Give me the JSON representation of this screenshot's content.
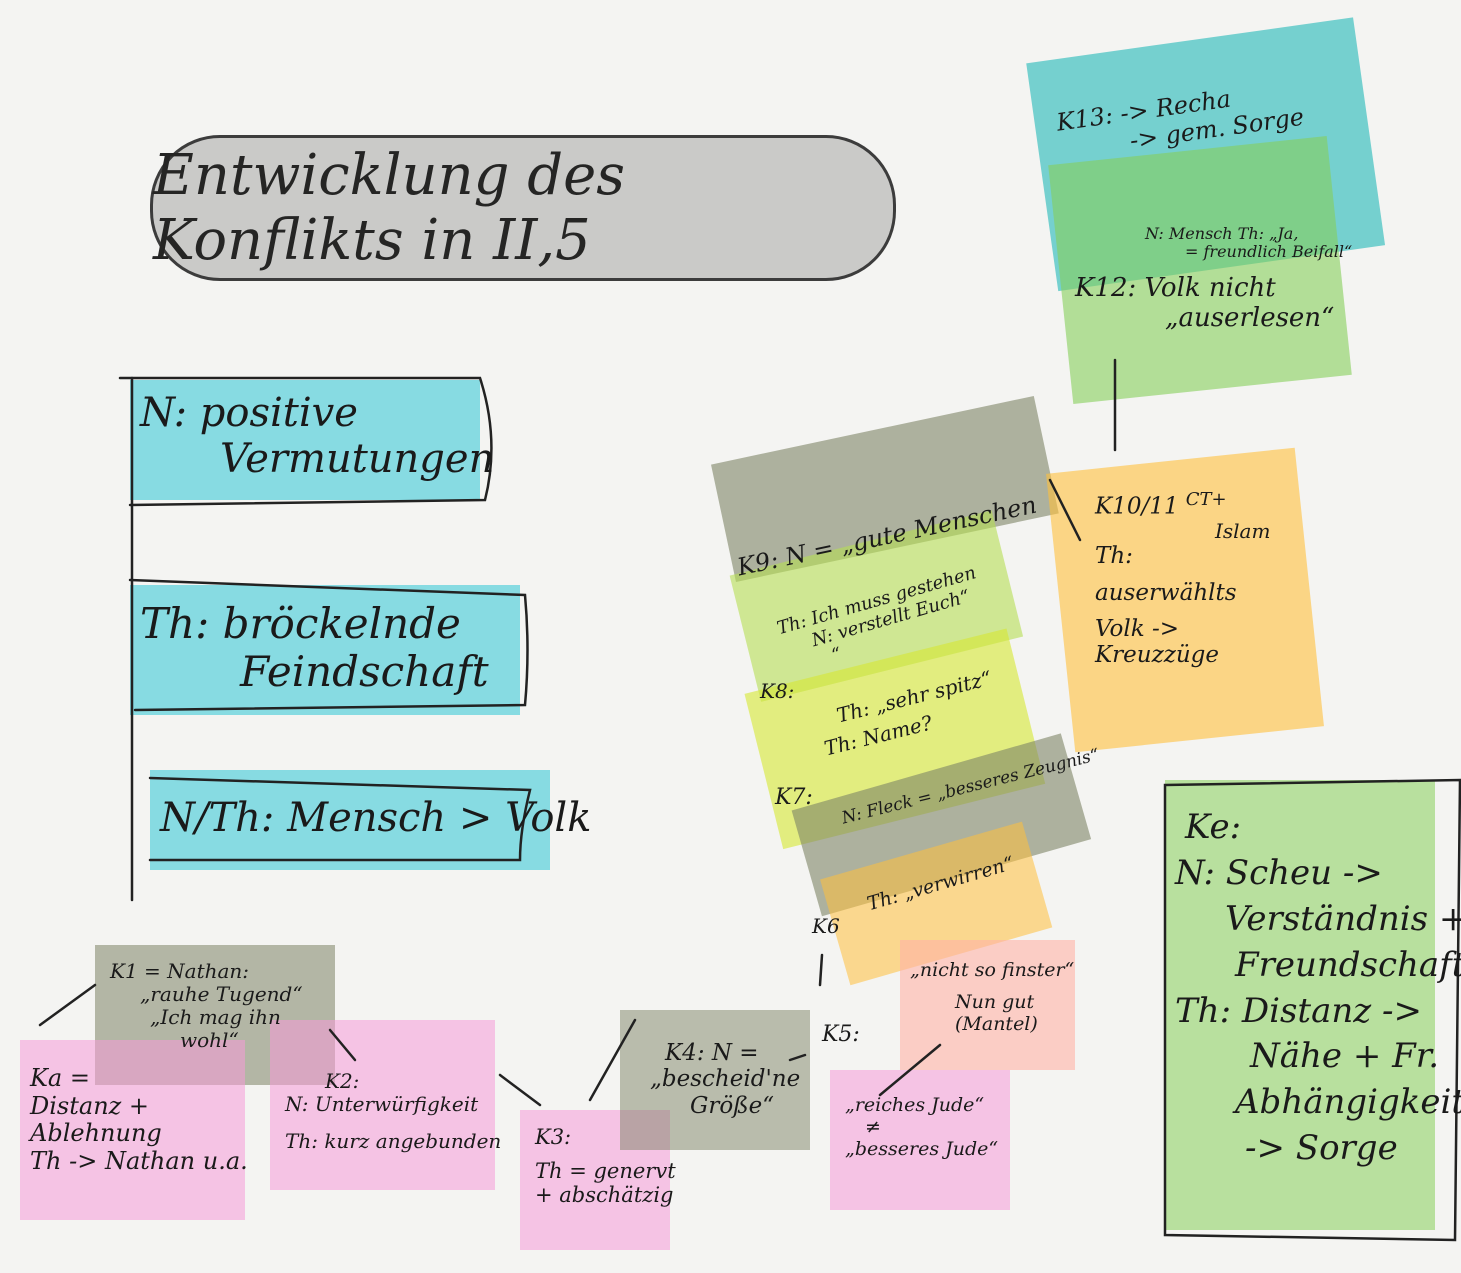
{
  "title": "Entwicklung des Konflikts in II,5",
  "colors": {
    "cyan": "#2ec7d6",
    "green": "#86cf5a",
    "olive": "#9fa78a",
    "yellow_green": "#d6e832",
    "orange": "#ffbf3c",
    "pink": "#f59ad9",
    "salmon": "#ffb3a7",
    "gray": "#c8c8c6"
  },
  "left_boxes": [
    {
      "lines": [
        "N: positive",
        "Vermutungen"
      ]
    },
    {
      "lines": [
        "Th: bröckelnde",
        "Feindschaft"
      ]
    },
    {
      "lines": [
        "N/Th: Mensch > Volk"
      ]
    }
  ],
  "notes": {
    "ka": [
      "Ka =",
      "Distanz +",
      "Ablehnung",
      "Th -> Nathan u.a."
    ],
    "k1": [
      "K1 = Nathan:",
      "„rauhe Tugend“",
      "„Ich mag ihn",
      "wohl“"
    ],
    "k2": [
      "K2:",
      "N: Unterwürfigkeit",
      "Th: kurz angebunden"
    ],
    "k3": [
      "K3:",
      "Th = genervt",
      "+ abschätzig"
    ],
    "k4": [
      "K4: N =",
      "„bescheid'ne",
      "Größe“"
    ],
    "k5_label": "K5:",
    "k5_top": [
      "„nicht so finster“",
      "Nun gut",
      "(Mantel)"
    ],
    "k5_bottom": [
      "„reiches Jude“",
      "≠",
      "„besseres Jude“"
    ],
    "k6_label": "K6",
    "k6_n": "N: Fleck = „besseres Zeugnis“",
    "k6_th": "Th: „verwirren“",
    "k7_label": "K7:",
    "k7": [
      "Th: „sehr spitz“",
      "Th: Name?"
    ],
    "k8_label": "K8:",
    "k8": [
      "Th: Ich muss gestehen",
      "N: verstellt Euch“",
      "“"
    ],
    "k9": "K9: N = „gute Menschen",
    "k10": [
      "K10/11",
      "CT+",
      "Islam",
      "Th:",
      "auserwählts",
      "Volk ->",
      "Kreuzzüge"
    ],
    "k12": [
      "N: Mensch",
      "Th: „Ja,",
      "= freundlich Beifall“",
      "K12: Volk nicht",
      "„auserlesen“"
    ],
    "k13": [
      "K13: -> Recha",
      "-> gem. Sorge"
    ],
    "ke": [
      "Ke:",
      "N: Scheu ->",
      "Verständnis +",
      "Freundschaft",
      "Th: Distanz ->",
      "Nähe + Fr.",
      "Abhängigkeit",
      "-> Sorge"
    ]
  }
}
